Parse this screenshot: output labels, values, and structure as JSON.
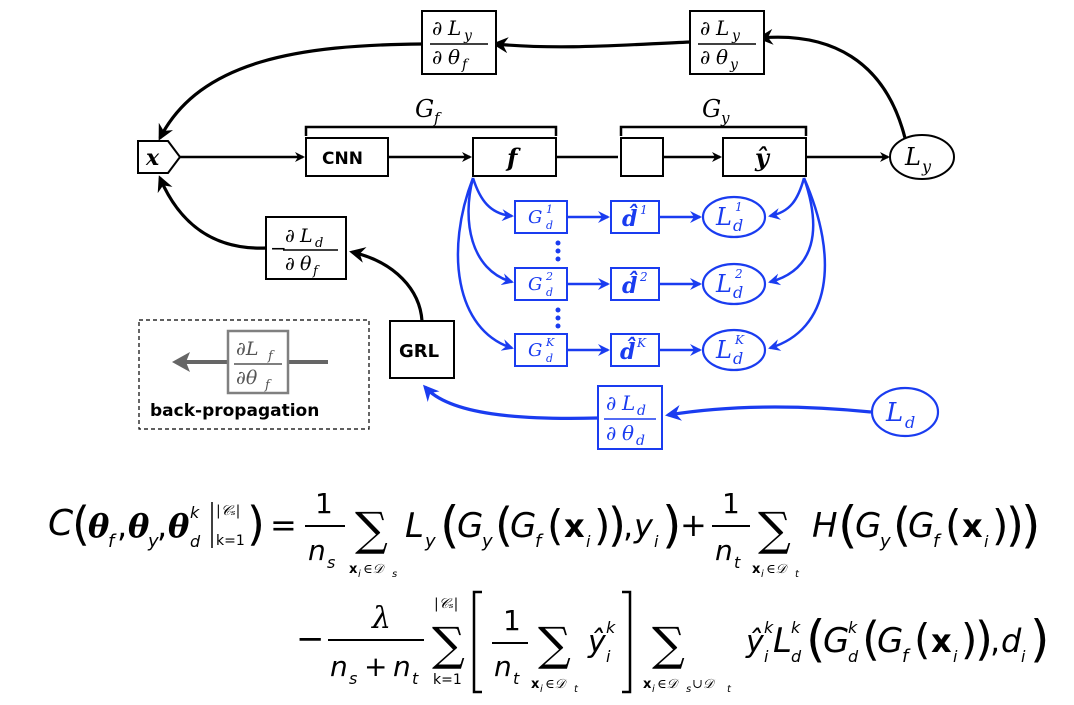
{
  "nodes": {
    "input_x": "x",
    "cnn": "CNN",
    "feature_f": "f",
    "y_hat": "ŷ",
    "loss_y": "L",
    "loss_y_sub": "y",
    "grl": "GRL",
    "loss_d": "L",
    "loss_d_sub": "d"
  },
  "brackets": {
    "gf_main": "G",
    "gf_sub": "f",
    "gy_main": "G",
    "gy_sub": "y"
  },
  "gradients": {
    "dLy_dtheta_f": {
      "num_d": "∂",
      "num_L": "L",
      "num_sub": "y",
      "den_d": "∂",
      "den_theta": "θ",
      "den_sub": "f"
    },
    "dLy_dtheta_y": {
      "num_d": "∂",
      "num_L": "L",
      "num_sub": "y",
      "den_d": "∂",
      "den_theta": "θ",
      "den_sub": "y"
    },
    "neg_dLd_dtheta_f": {
      "minus": "−",
      "num_d": "∂",
      "num_L": "L",
      "num_sub": "d",
      "den_d": "∂",
      "den_theta": "θ",
      "den_sub": "f"
    },
    "dLd_dtheta_d": {
      "num_d": "∂",
      "num_L": "L",
      "num_sub": "d",
      "den_d": "∂",
      "den_theta": "θ",
      "den_sub": "d"
    }
  },
  "domain_branches": [
    {
      "classifier": "G",
      "classifier_sup": "1",
      "classifier_sub": "d",
      "output": "d̂",
      "output_sup": "1",
      "loss": "L",
      "loss_sup": "1",
      "loss_sub": "d"
    },
    {
      "classifier": "G",
      "classifier_sup": "2",
      "classifier_sub": "d",
      "output": "d̂",
      "output_sup": "2",
      "loss": "L",
      "loss_sup": "2",
      "loss_sub": "d"
    },
    {
      "classifier": "G",
      "classifier_sup": "K",
      "classifier_sub": "d",
      "output": "d̂",
      "output_sup": "K",
      "loss": "L",
      "loss_sup": "K",
      "loss_sub": "d"
    }
  ],
  "legend": {
    "gradient_num": "∂L",
    "gradient_num_sub": "f",
    "gradient_den": "∂θ",
    "gradient_den_sub": "f",
    "label": "back-propagation"
  },
  "equation": {
    "line1": {
      "C": "C",
      "theta": "θ",
      "sub_f": "f",
      "sub_y": "y",
      "sub_d": "d",
      "sup_k": "k",
      "comma": ",",
      "bar_sup": "|𝒞ₛ|",
      "bar_sub": "k=1",
      "equals": "=",
      "one": "1",
      "n": "n",
      "sub_s": "s",
      "sub_t": "t",
      "sum": "∑",
      "sum_sub_s": "x",
      "sum_sub_s_rest": "∈𝒟",
      "L": "L",
      "G": "G",
      "x": "x",
      "i": "i",
      "y": "y",
      "plus": "+",
      "H": "H"
    },
    "line2": {
      "minus": "−",
      "lambda": "λ",
      "denom": "n",
      "plus": "+",
      "sum_top": "|𝒞ₛ|",
      "sum_bottom": "k=1",
      "sum": "∑",
      "one": "1",
      "y_hat": "ŷ",
      "sup_k": "k",
      "i": "i",
      "union_sub_rest": "∈𝒟",
      "union": "∪𝒟",
      "L": "L",
      "G": "G",
      "x": "x",
      "d": "d",
      "comma": ","
    }
  },
  "colors": {
    "black": "#000000",
    "blue": "#1a3cf0",
    "gray": "#808080"
  }
}
